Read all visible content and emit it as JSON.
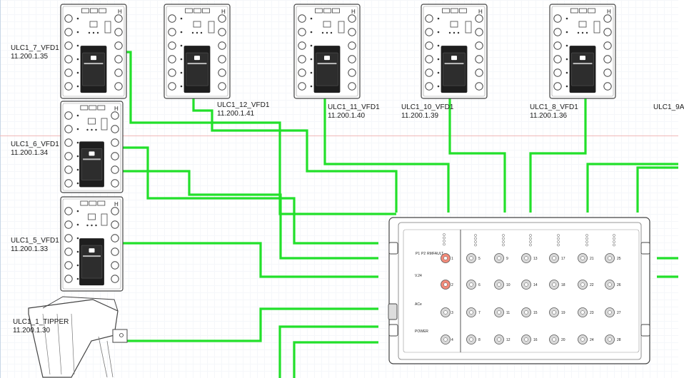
{
  "devices": [
    {
      "id": "vfd7",
      "name": "ULC1_7_VFD1",
      "ip": "11.200.1.35"
    },
    {
      "id": "vfd12",
      "name": "ULC1_12_VFD1",
      "ip": "11.200.1.41"
    },
    {
      "id": "vfd11",
      "name": "ULC1_11_VFD1",
      "ip": "11.200.1.40"
    },
    {
      "id": "vfd10",
      "name": "ULC1_10_VFD1",
      "ip": "11.200.1.39"
    },
    {
      "id": "vfd8",
      "name": "ULC1_8_VFD1",
      "ip": "11.200.1.36"
    },
    {
      "id": "vfd9",
      "name": "ULC1_9A",
      "ip": ""
    },
    {
      "id": "vfd6",
      "name": "ULC1_6_VFD1",
      "ip": "11.200.1.34"
    },
    {
      "id": "vfd5",
      "name": "ULC1_5_VFD1",
      "ip": "11.200.1.33"
    },
    {
      "id": "tipper",
      "name": "ULC1_1_TIPPER",
      "ip": "11.200.1.30"
    }
  ],
  "switch": {
    "status_labels": [
      "P1",
      "P2",
      "RM",
      "FAULT"
    ],
    "left_labels": [
      "V.24",
      "ACe",
      "POWER"
    ],
    "port_numbers": [
      "5",
      "9",
      "13",
      "17",
      "21",
      "25",
      "6",
      "10",
      "14",
      "18",
      "22",
      "26",
      "7",
      "11",
      "15",
      "19",
      "23",
      "27",
      "8",
      "12",
      "16",
      "20",
      "24",
      "28"
    ],
    "left_ports": [
      "1",
      "2",
      "3",
      "4"
    ]
  },
  "colors": {
    "link": "#22e02a",
    "outline": "#444444",
    "guide": "#f0b8b8",
    "port_alarm": "#f28b7a"
  }
}
